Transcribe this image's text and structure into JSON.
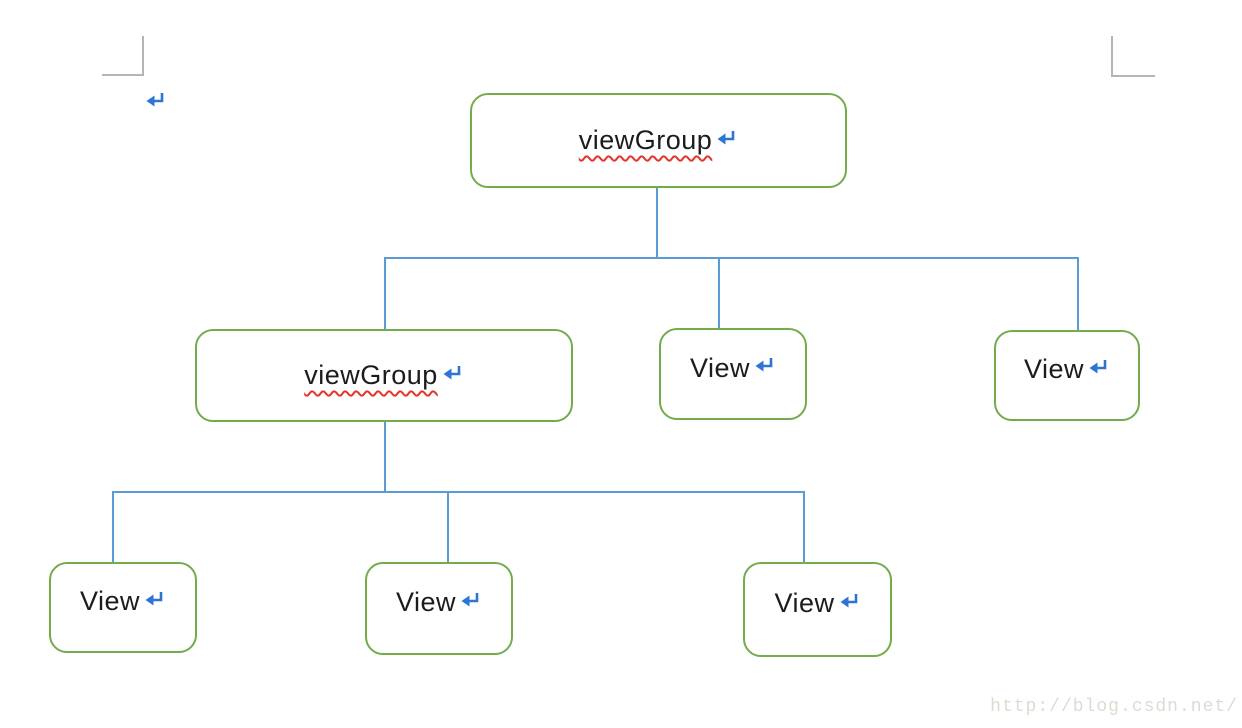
{
  "colors": {
    "node_border": "#73ac4b",
    "connector": "#5b9bd5",
    "return_arrow": "#2e74d4",
    "spellcheck_squiggle": "#e5342c",
    "node_text": "#1c1c1c",
    "corner_mark": "#b5b5b5",
    "watermark_text_color": "#dedbd2"
  },
  "icons": {
    "return_arrow": "↵",
    "page_corner_mark": "crop-corner"
  },
  "watermark": {
    "text": "http://blog.csdn.net/"
  },
  "diagram": {
    "nodes": [
      {
        "id": "viewgroup-root",
        "label": "viewGroup",
        "level": 1,
        "spellcheck_underline": true
      },
      {
        "id": "viewgroup-child",
        "label": "viewGroup",
        "level": 2,
        "spellcheck_underline": true
      },
      {
        "id": "view-child-mid",
        "label": "View",
        "level": 2,
        "spellcheck_underline": false
      },
      {
        "id": "view-child-right",
        "label": "View",
        "level": 2,
        "spellcheck_underline": false
      },
      {
        "id": "view-leaf-left",
        "label": "View",
        "level": 3,
        "spellcheck_underline": false
      },
      {
        "id": "view-leaf-mid",
        "label": "View",
        "level": 3,
        "spellcheck_underline": false
      },
      {
        "id": "view-leaf-right",
        "label": "View",
        "level": 3,
        "spellcheck_underline": false
      }
    ],
    "edges": [
      {
        "from": "viewgroup-root",
        "to": "viewgroup-child"
      },
      {
        "from": "viewgroup-root",
        "to": "view-child-mid"
      },
      {
        "from": "viewgroup-root",
        "to": "view-child-right"
      },
      {
        "from": "viewgroup-child",
        "to": "view-leaf-left"
      },
      {
        "from": "viewgroup-child",
        "to": "view-leaf-mid"
      },
      {
        "from": "viewgroup-child",
        "to": "view-leaf-right"
      }
    ]
  }
}
